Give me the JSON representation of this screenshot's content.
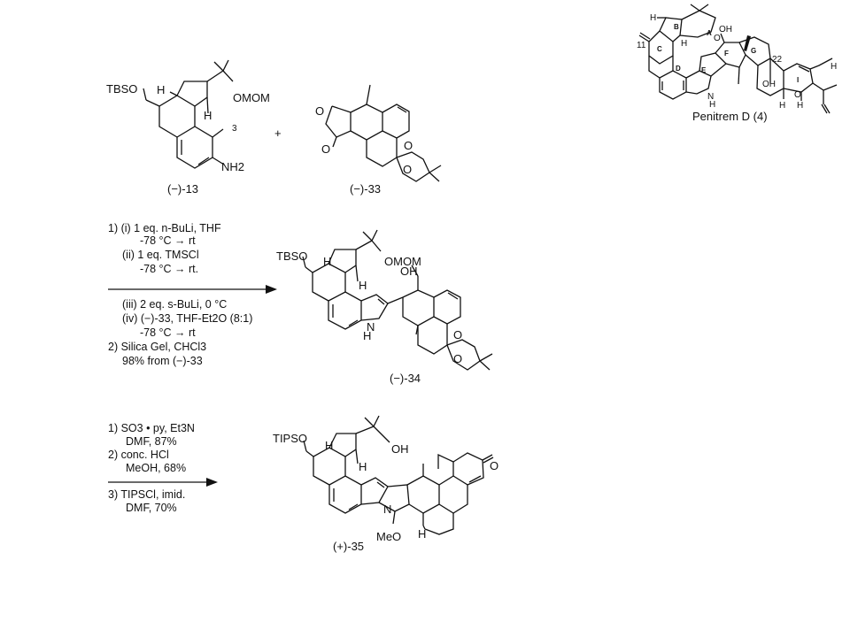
{
  "penitrem": {
    "caption": "Penitrem D (4)",
    "ring_labels": [
      "A",
      "B",
      "C",
      "D",
      "E",
      "F",
      "G",
      "I"
    ],
    "atoms": [
      "H",
      "O",
      "H",
      "OH",
      "11",
      "22",
      "N",
      "H",
      "OH",
      "H",
      "O",
      "H",
      "H"
    ]
  },
  "compound_13": {
    "label": "(−)-13",
    "atoms": [
      "TBSO",
      "H",
      "OMOM",
      "H",
      "3",
      "NH2"
    ]
  },
  "plus": "+",
  "compound_33": {
    "label": "(−)-33",
    "atoms": [
      "O",
      "O",
      "O",
      "O"
    ]
  },
  "step1": {
    "conditions": [
      "1) (i) 1 eq. n-BuLi, THF",
      "-78 °C → rt",
      "(ii) 1 eq. TMSCl",
      "-78 °C → rt.",
      "(iii) 2 eq. s-BuLi, 0 °C",
      "(iv) (−)-33, THF-Et2O (8:1)",
      "-78 °C → rt",
      "2) Silica Gel, CHCl3",
      "98% from (−)-33"
    ]
  },
  "compound_34": {
    "label": "(−)-34",
    "atoms": [
      "TBSO",
      "H",
      "OMOM",
      "OH",
      "H",
      "N",
      "H",
      "O",
      "O"
    ]
  },
  "step2": {
    "conditions": [
      "1) SO3 • py, Et3N",
      "DMF, 87%",
      "2) conc. HCl",
      "MeOH, 68%",
      "3) TIPSCl, imid.",
      "DMF, 70%"
    ]
  },
  "compound_35": {
    "label": "(+)-35",
    "atoms": [
      "TIPSO",
      "H",
      "OH",
      "H",
      "N",
      "O",
      "MeO",
      "H"
    ]
  }
}
